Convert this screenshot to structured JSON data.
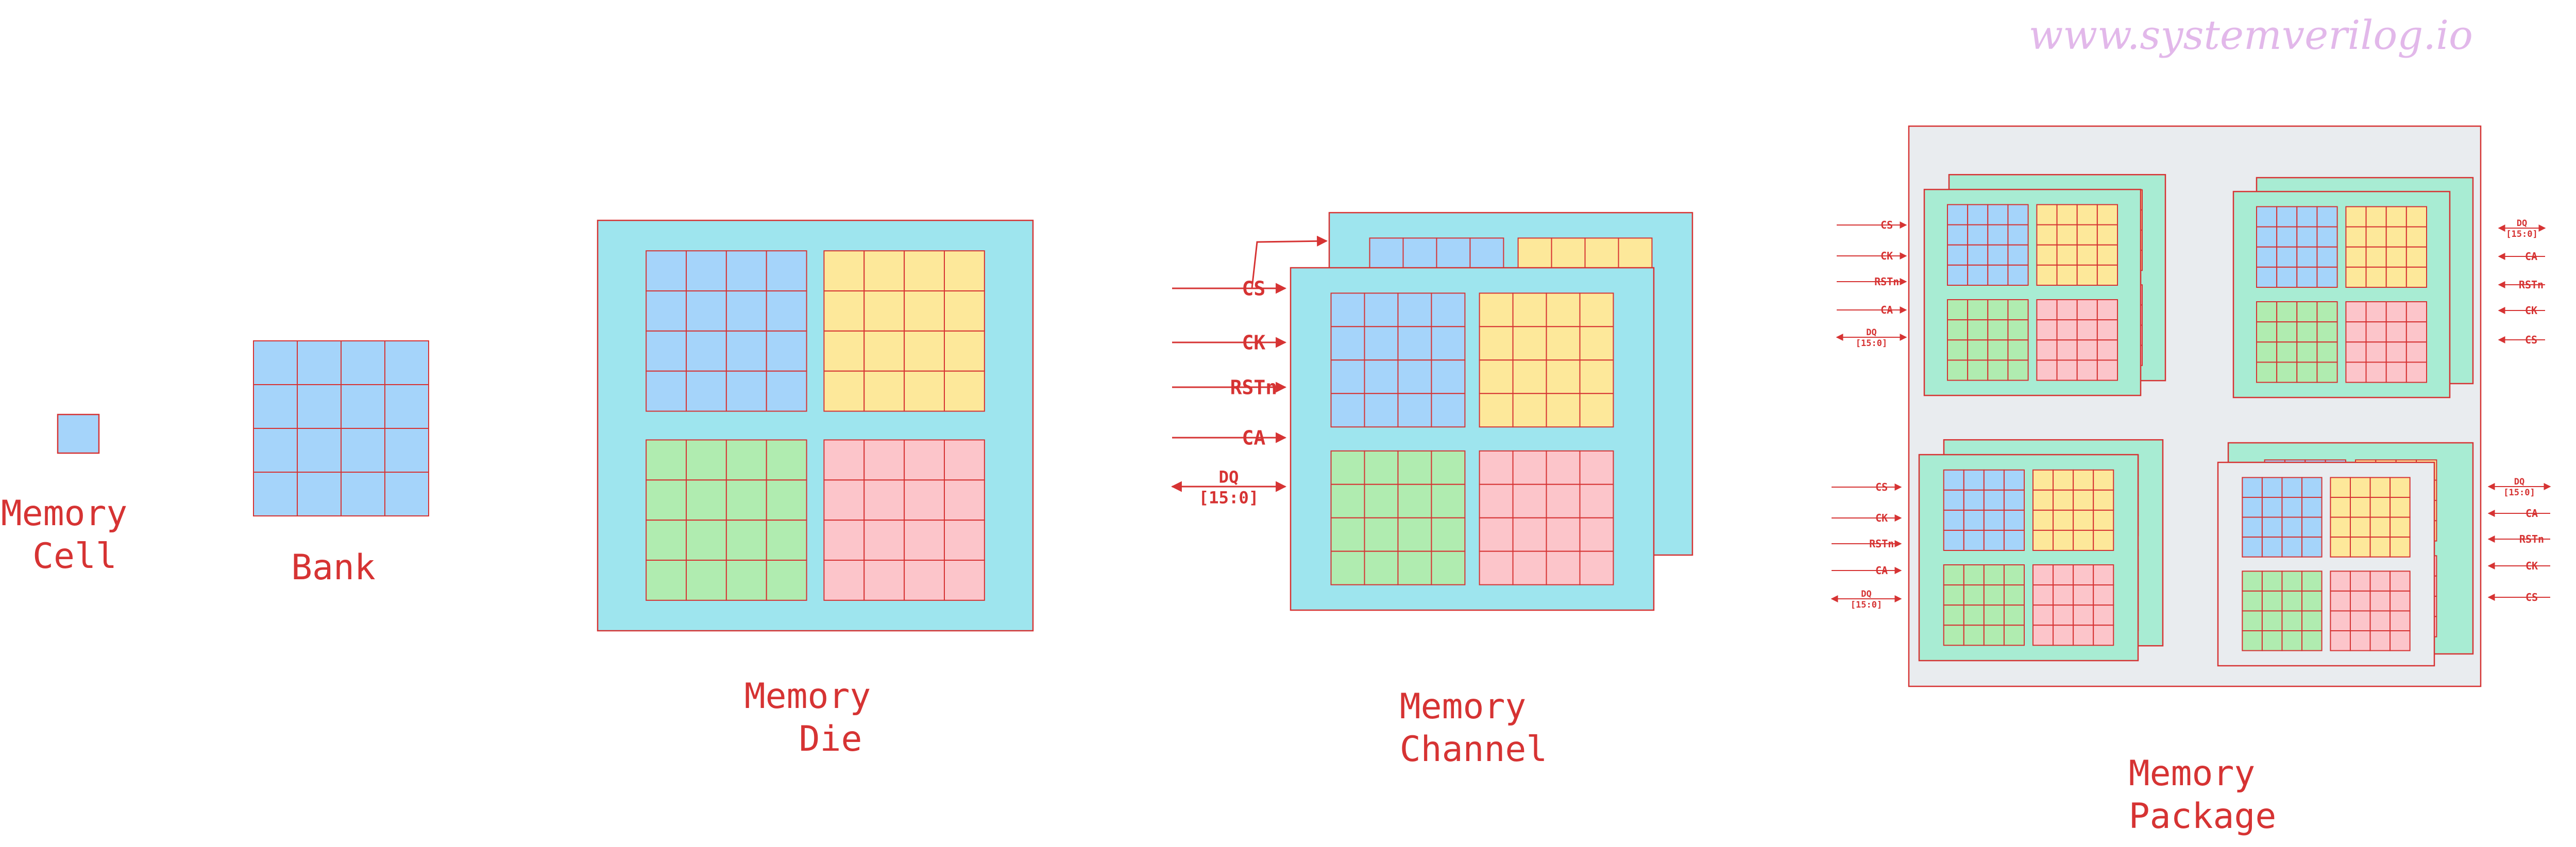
{
  "watermark": "www.systemverilog.io",
  "colors": {
    "accent": "#d63333",
    "die_fill": "#9ee5ee",
    "die_alt_fill": "#a8ecd3",
    "package_fill": "#e9ecef",
    "bank_blue": "#a5d4fa",
    "bank_yellow": "#fde89a",
    "bank_green": "#b0ecb0",
    "bank_pink": "#fcc5ca",
    "watermark": "#e2b8ea"
  },
  "labels": {
    "cell": [
      "Memory",
      "Cell"
    ],
    "bank": [
      "Bank"
    ],
    "die": [
      "Memory",
      "Die"
    ],
    "channel": [
      "Memory",
      "Channel"
    ],
    "package": [
      "Memory",
      "Package"
    ]
  },
  "signals": {
    "cs": "CS",
    "ck": "CK",
    "rstn": "RSTn",
    "ca": "CA",
    "dq": [
      "DQ",
      "[15:0]"
    ]
  }
}
